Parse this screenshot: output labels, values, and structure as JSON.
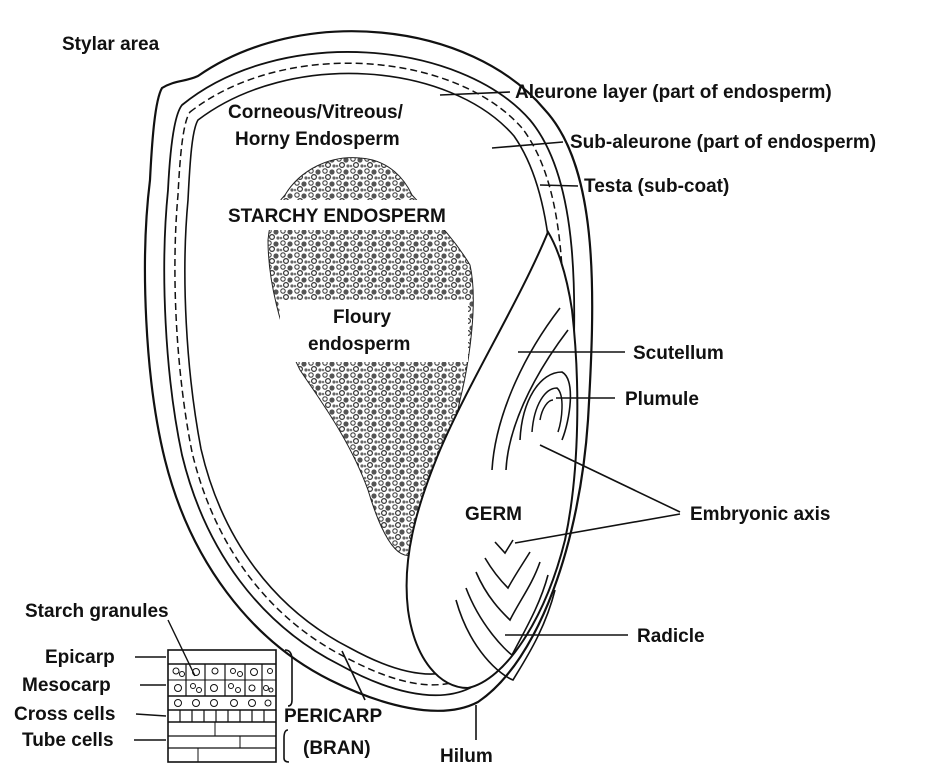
{
  "labels": {
    "stylar_area": "Stylar area",
    "aleurone_layer": "Aleurone layer (part of endosperm)",
    "sub_aleurone": "Sub-aleurone (part of endosperm)",
    "testa": "Testa (sub-coat)",
    "corneous_line1": "Corneous/Vitreous/",
    "corneous_line2": "Horny Endosperm",
    "starchy_endosperm": "STARCHY ENDOSPERM",
    "floury_line1": "Floury",
    "floury_line2": "endosperm",
    "scutellum": "Scutellum",
    "plumule": "Plumule",
    "germ": "GERM",
    "embryonic_axis": "Embryonic axis",
    "radicle": "Radicle",
    "starch_granules": "Starch granules",
    "epicarp": "Epicarp",
    "mesocarp": "Mesocarp",
    "cross_cells": "Cross cells",
    "tube_cells": "Tube cells",
    "pericarp": "PERICARP",
    "bran": "(BRAN)",
    "hilum": "Hilum"
  },
  "colors": {
    "line": "#111111",
    "texture": "#555555"
  }
}
